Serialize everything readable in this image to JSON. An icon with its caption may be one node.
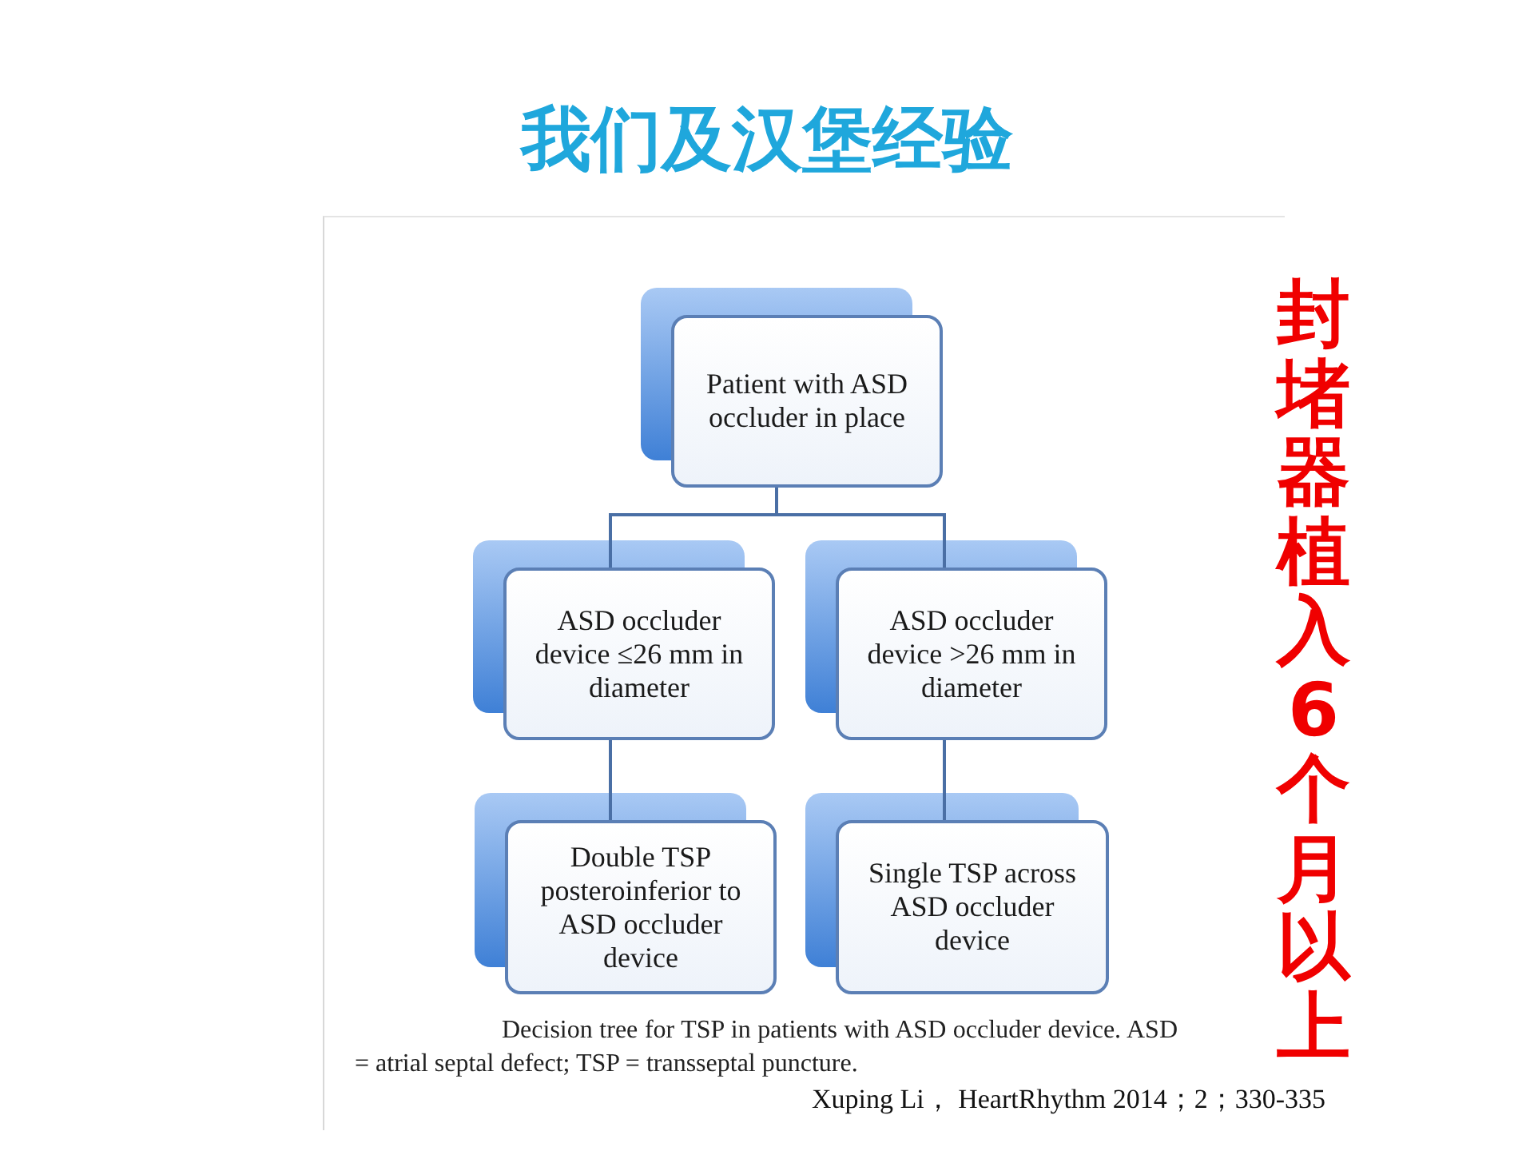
{
  "diagram": {
    "title": "我们及汉堡经验",
    "nodes": [
      {
        "text": [
          "Patient with ASD occluder in place"
        ]
      },
      {
        "text": [
          "ASD occluder device ≤26 mm in diameter"
        ]
      },
      {
        "text": [
          "ASD occluder device >26 mm in diameter"
        ]
      },
      {
        "text": [
          "Double TSP posteroinferior to ASD occluder device"
        ]
      },
      {
        "text": [
          "Single TSP across ASD occluder device"
        ]
      }
    ],
    "edges": [
      {
        "from": 0,
        "to": 1,
        "arrow": "none"
      },
      {
        "from": 0,
        "to": 2,
        "arrow": "none"
      },
      {
        "from": 1,
        "to": 3,
        "arrow": "none"
      },
      {
        "from": 2,
        "to": 4,
        "arrow": "none"
      }
    ],
    "caption": "Decision tree for TSP in patients with ASD occluder device. ASD = atrial septal defect; TSP = transseptal puncture.",
    "labels": [
      "封堵器植入6个月以上",
      "Xuping Li， HeartRhythm 2014；2；330-335"
    ]
  }
}
